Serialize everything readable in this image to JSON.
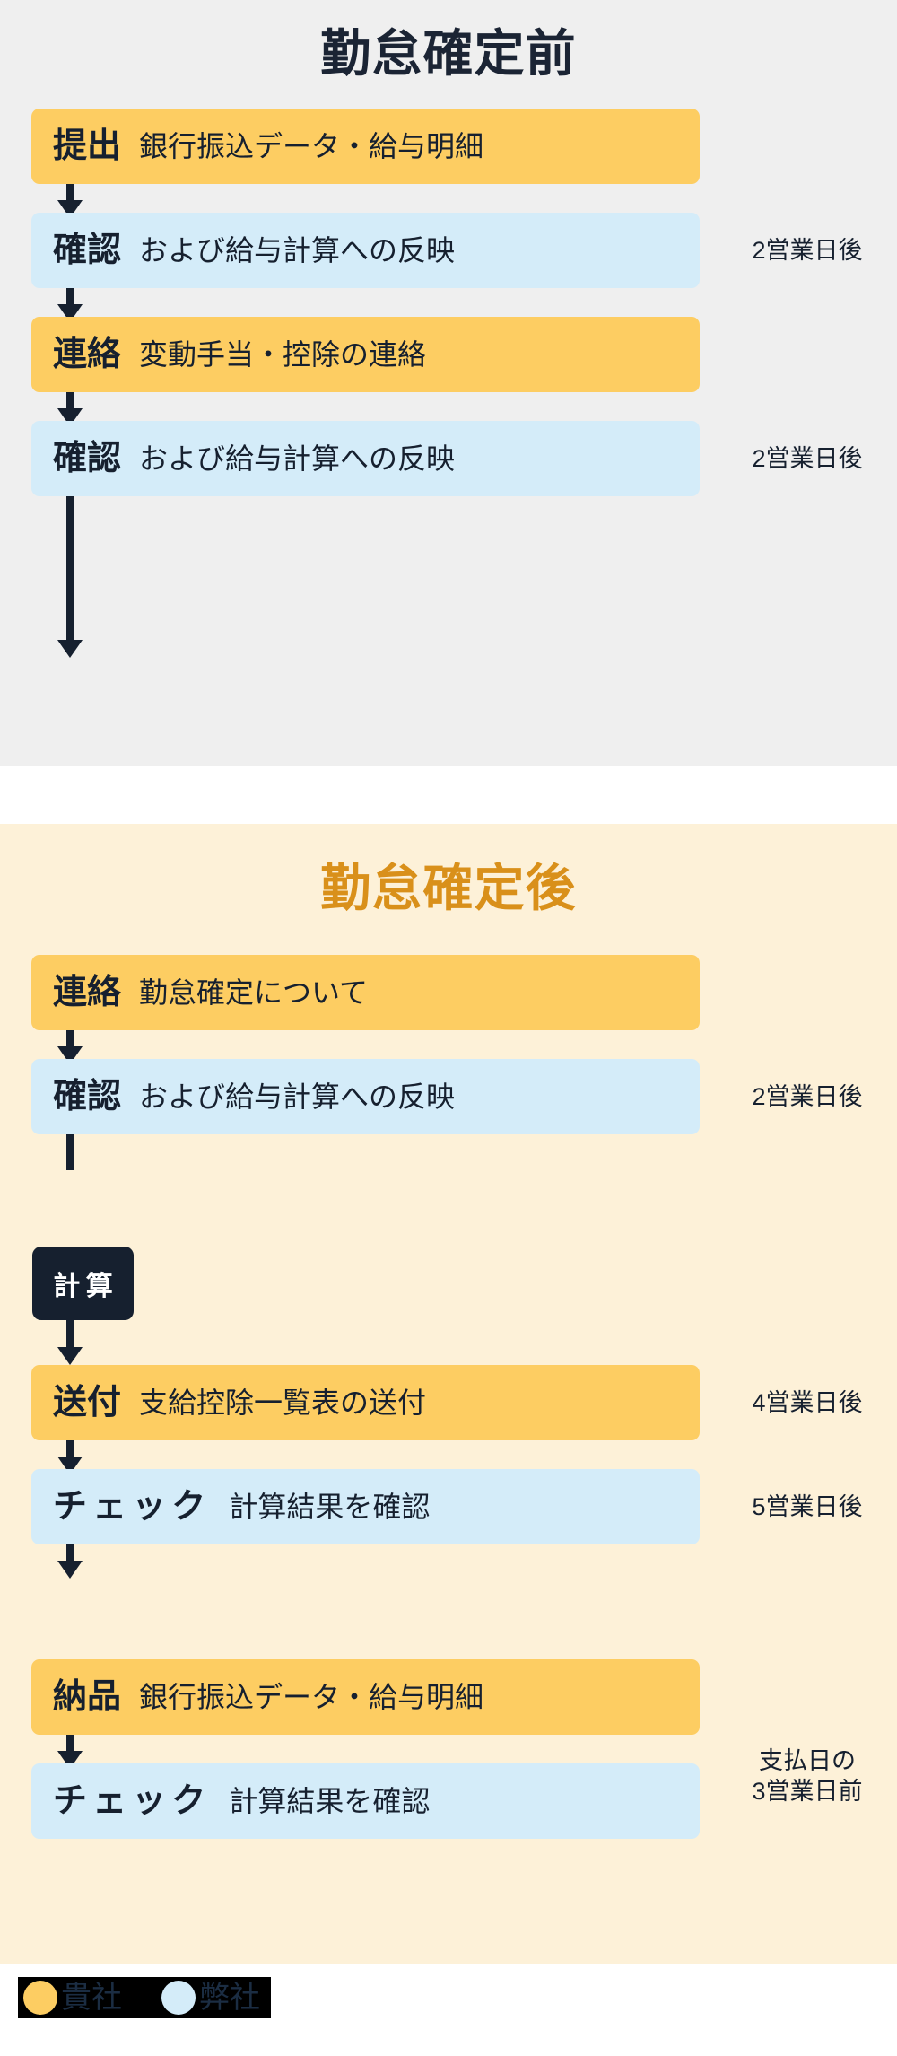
{
  "diagram": {
    "title_pre": "勤怠確定前",
    "title_post": "勤怠確定後",
    "colors": {
      "client": "#fdcd62",
      "us": "#d4ecf9",
      "ink": "#16202f",
      "section_pre_bg": "#efefef",
      "section_post_bg": "#fdf1d8",
      "title_post": "#d9901a"
    }
  },
  "pre_section": {
    "steps": [
      {
        "tag": "提出",
        "desc": "銀行振込データ・給与明細",
        "owner": "client",
        "note": ""
      },
      {
        "tag": "確認",
        "desc": "および給与計算への反映",
        "owner": "us",
        "note": "2営業日後"
      },
      {
        "tag": "連絡",
        "desc": "変動手当・控除の連絡",
        "owner": "client",
        "note": ""
      },
      {
        "tag": "確認",
        "desc": "および給与計算への反映",
        "owner": "us",
        "note": "2営業日後"
      }
    ]
  },
  "post_section": {
    "calc_badge": "計算",
    "steps": [
      {
        "tag": "連絡",
        "desc": "勤怠確定について",
        "owner": "client",
        "note": ""
      },
      {
        "tag": "確認",
        "desc": "および給与計算への反映",
        "owner": "us",
        "note": "2営業日後"
      },
      {
        "tag": "送付",
        "desc": "支給控除一覧表の送付",
        "owner": "client",
        "note": "4営業日後"
      },
      {
        "tag": "チェック",
        "desc": "計算結果を確認",
        "owner": "us",
        "note": "5営業日後"
      },
      {
        "tag": "納品",
        "desc": "銀行振込データ・給与明細",
        "owner": "client",
        "note": ""
      },
      {
        "tag": "チェック",
        "desc": "計算結果を確認",
        "owner": "us",
        "note": ""
      }
    ],
    "payment_note": "支払日の\n3営業日前"
  },
  "legend": {
    "items": [
      {
        "label": "貴社",
        "color": "#fdcd62"
      },
      {
        "label": "弊社",
        "color": "#d4ecf9"
      }
    ]
  }
}
